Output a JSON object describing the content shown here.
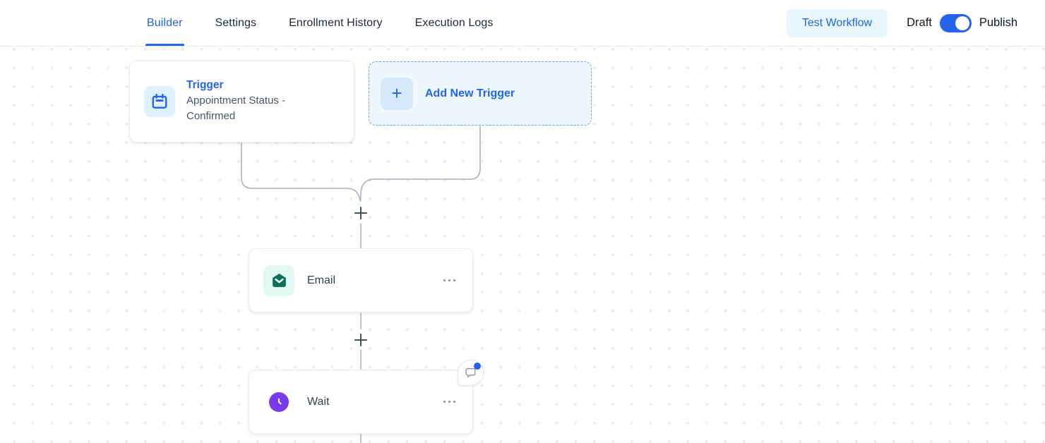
{
  "header": {
    "tabs": [
      {
        "label": "Builder",
        "active": true
      },
      {
        "label": "Settings",
        "active": false
      },
      {
        "label": "Enrollment History",
        "active": false
      },
      {
        "label": "Execution Logs",
        "active": false
      }
    ],
    "test_workflow_label": "Test Workflow",
    "draft_label": "Draft",
    "publish_label": "Publish",
    "publish_toggle_state": "on"
  },
  "canvas": {
    "trigger": {
      "title": "Trigger",
      "subtitle": "Appointment Status - Confirmed",
      "icon": "calendar-icon"
    },
    "add_trigger": {
      "plus_glyph": "+",
      "label": "Add New Trigger"
    },
    "nodes": [
      {
        "label": "Email",
        "icon": "email-icon",
        "menu": "ellipsis"
      },
      {
        "label": "Wait",
        "icon": "clock-icon",
        "menu": "ellipsis",
        "badge": "comment-with-notification"
      }
    ]
  },
  "colors": {
    "accent_blue": "#2563eb",
    "test_button_bg": "#e7f8fd",
    "add_card_bg": "#ecf7fe",
    "add_card_border": "#64a5f1",
    "trigger_tile_bg": "#ddf1fe",
    "email_tile_bg": "#e2f8f2",
    "email_icon_green": "#0c7057",
    "wait_icon_purple": "#7c3aed",
    "connector_gray": "#aab2bb",
    "dot_grid": "#e7eaee"
  }
}
